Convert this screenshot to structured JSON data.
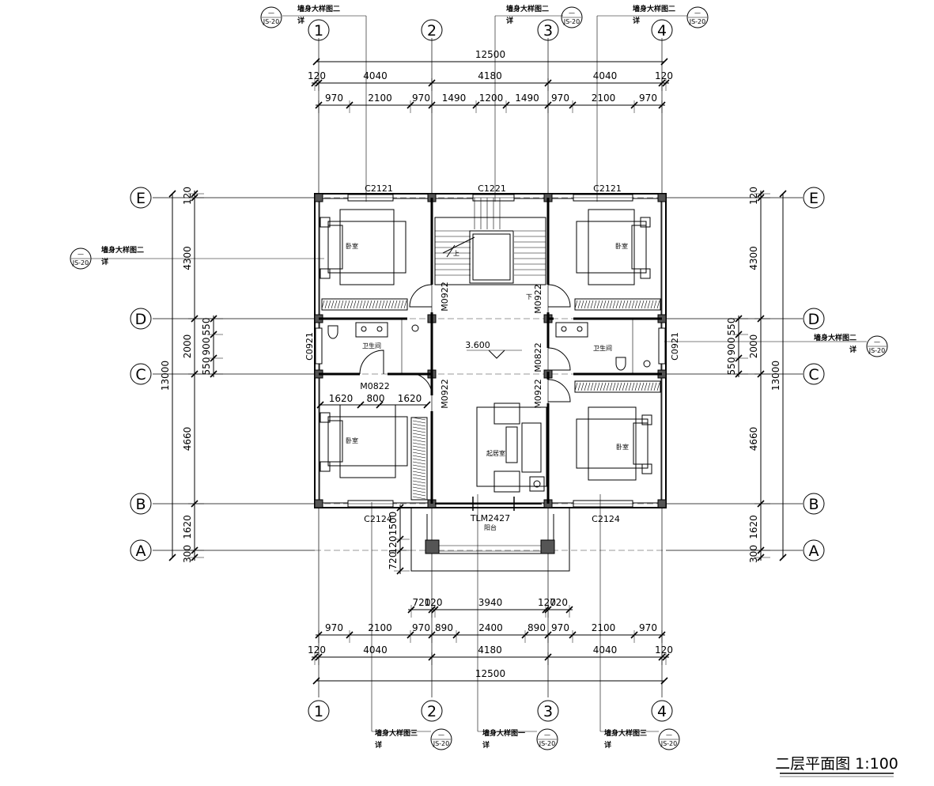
{
  "title": "二层平面图 1:100",
  "axes": {
    "vertical": [
      "1",
      "2",
      "3",
      "4"
    ],
    "horizontal": [
      "A",
      "B",
      "C",
      "D",
      "E"
    ]
  },
  "dims_top": {
    "total": "12500",
    "mid": [
      "120",
      "4040",
      "4180",
      "4040",
      "120"
    ],
    "fine": [
      "970",
      "2100",
      "970",
      "1490",
      "1200",
      "1490",
      "970",
      "2100",
      "970"
    ]
  },
  "dims_bottom": {
    "balcony": [
      "720",
      "120",
      "3940",
      "120",
      "720"
    ],
    "fine": [
      "970",
      "2100",
      "970",
      "890",
      "2400",
      "890",
      "970",
      "2100",
      "970"
    ],
    "mid": [
      "120",
      "4040",
      "4180",
      "4040",
      "120"
    ],
    "total": "12500"
  },
  "dims_left": {
    "total": "13000",
    "segments": [
      "120",
      "4300",
      "2000",
      "4660",
      "1620",
      "300"
    ],
    "fine": [
      "550",
      "900",
      "550"
    ]
  },
  "dims_right": {
    "total": "13000",
    "segments": [
      "120",
      "4300",
      "2000",
      "4660",
      "1620",
      "300"
    ],
    "fine": [
      "550",
      "900",
      "550"
    ]
  },
  "balcony_dims": [
    "1500",
    "120",
    "720"
  ],
  "windows": [
    "C2121",
    "C1221",
    "C2121",
    "C0921",
    "C0921",
    "C2124",
    "C2124"
  ],
  "doors": [
    "M0922",
    "M0922",
    "M0822",
    "M0822",
    "M0922",
    "M0922",
    "TLM2427"
  ],
  "rooms": [
    "卧室",
    "卧室",
    "卧室",
    "卧室",
    "卫生间",
    "卫生间",
    "起居室",
    "阳台"
  ],
  "level": "3.600",
  "stair": {
    "up": "上",
    "down": "下"
  },
  "dims_rooms": [
    "1620",
    "800",
    "1620"
  ],
  "detail_notes": [
    {
      "text": "墙身大样图二",
      "sub": "详",
      "code": "JS-20",
      "top": "—"
    },
    {
      "text": "墙身大样图二",
      "sub": "详",
      "code": "JS-20",
      "top": "—"
    },
    {
      "text": "墙身大样图二",
      "sub": "详",
      "code": "JS-20",
      "top": "—"
    },
    {
      "text": "墙身大样图二",
      "sub": "详",
      "code": "JS-20",
      "top": "—"
    },
    {
      "text": "墙身大样图二",
      "sub": "详",
      "code": "JS-20",
      "top": "—"
    },
    {
      "text": "墙身大样图三",
      "sub": "详",
      "code": "JS-20",
      "top": "—"
    },
    {
      "text": "墙身大样图一",
      "sub": "详",
      "code": "JS-20",
      "top": "—"
    },
    {
      "text": "墙身大样图三",
      "sub": "详",
      "code": "JS-20",
      "top": "—"
    }
  ]
}
